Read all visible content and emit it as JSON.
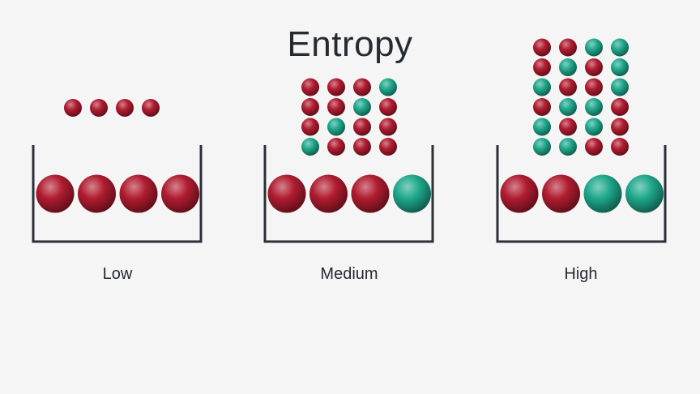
{
  "title": "Entropy",
  "colors": {
    "red": "#b01c30",
    "teal": "#1fa88c",
    "container": "#2b2f36",
    "background": "#f4f5f4"
  },
  "states": [
    {
      "label": "Low",
      "container_balls": [
        "red",
        "red",
        "red",
        "red"
      ],
      "particle_rows": [
        [
          "red",
          "red",
          "red",
          "red"
        ]
      ]
    },
    {
      "label": "Medium",
      "container_balls": [
        "red",
        "red",
        "red",
        "teal"
      ],
      "particle_rows": [
        [
          "red",
          "red",
          "red",
          "teal"
        ],
        [
          "red",
          "red",
          "teal",
          "red"
        ],
        [
          "red",
          "teal",
          "red",
          "red"
        ],
        [
          "teal",
          "red",
          "red",
          "red"
        ]
      ]
    },
    {
      "label": "High",
      "container_balls": [
        "red",
        "red",
        "teal",
        "teal"
      ],
      "particle_rows": [
        [
          "red",
          "red",
          "teal",
          "teal"
        ],
        [
          "red",
          "teal",
          "red",
          "teal"
        ],
        [
          "teal",
          "red",
          "red",
          "teal"
        ],
        [
          "red",
          "teal",
          "teal",
          "red"
        ],
        [
          "teal",
          "red",
          "teal",
          "red"
        ],
        [
          "teal",
          "teal",
          "red",
          "red"
        ]
      ]
    }
  ]
}
